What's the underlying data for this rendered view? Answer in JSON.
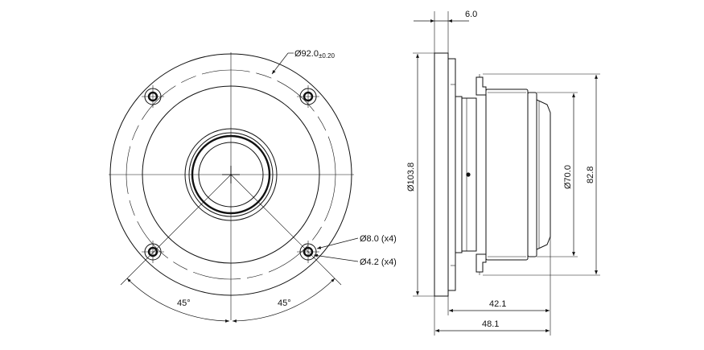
{
  "front_view": {
    "outer_diameter_label": "Ø92.0",
    "outer_diameter_tolerance": "±0.20",
    "hole_large_label": "Ø8.0 (x4)",
    "hole_small_label": "Ø4.2 (x4)",
    "angle_left_label": "45°",
    "angle_right_label": "45°"
  },
  "side_view": {
    "flange_thickness_label": "6.0",
    "flange_diameter_label": "Ø103.8",
    "body_diameter_label": "Ø70.0",
    "overall_height_label": "82.8",
    "body_depth_label": "42.1",
    "total_depth_label": "48.1"
  }
}
